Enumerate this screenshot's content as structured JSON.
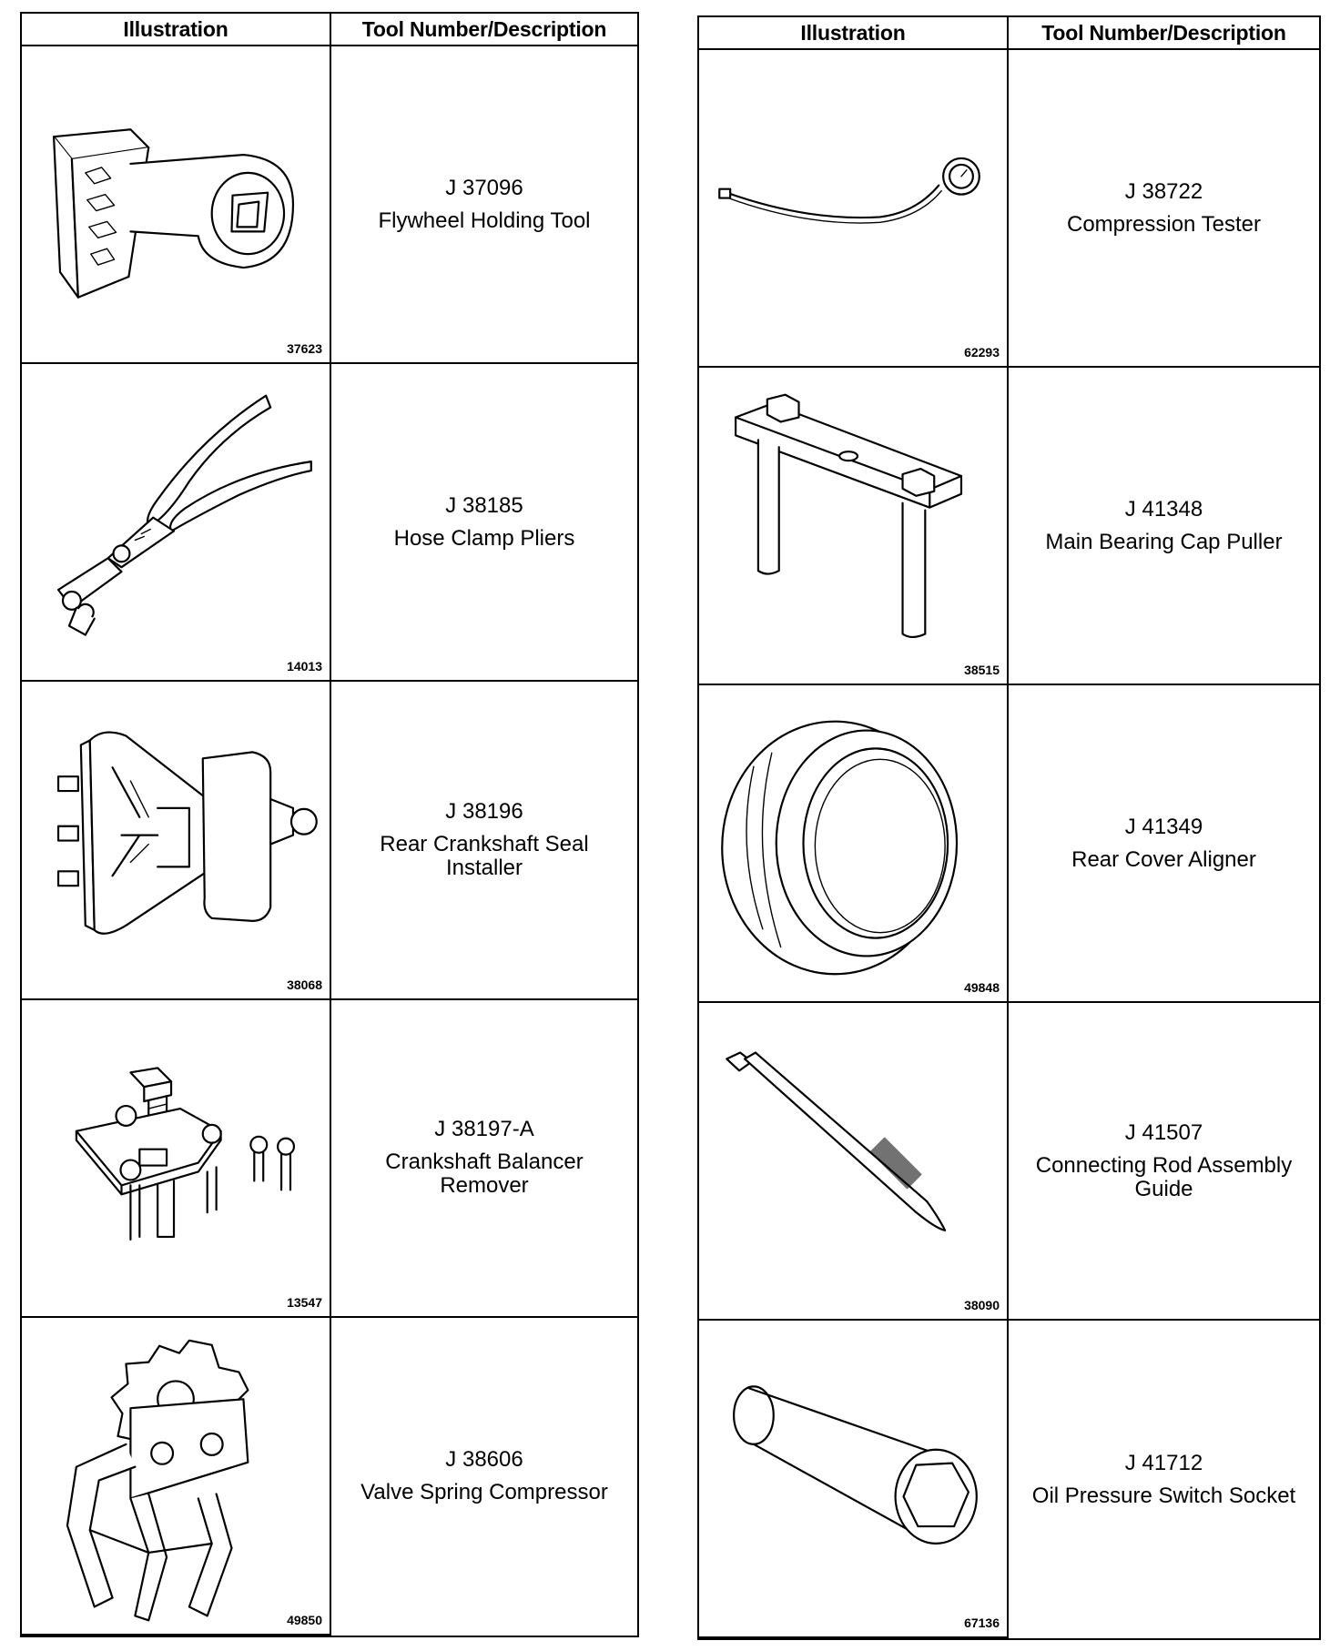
{
  "header": {
    "illustration": "Illustration",
    "tool": "Tool Number/Description"
  },
  "left": [
    {
      "fig": "37623",
      "number": "J 37096",
      "name": "Flywheel Holding Tool",
      "icon": "flywheel-holding-tool-icon"
    },
    {
      "fig": "14013",
      "number": "J 38185",
      "name": "Hose Clamp Pliers",
      "icon": "hose-clamp-pliers-icon"
    },
    {
      "fig": "38068",
      "number": "J 38196",
      "name": "Rear Crankshaft Seal Installer",
      "icon": "seal-installer-icon"
    },
    {
      "fig": "13547",
      "number": "J 38197-A",
      "name": "Crankshaft Balancer Remover",
      "icon": "balancer-remover-icon"
    },
    {
      "fig": "49850",
      "number": "J 38606",
      "name": "Valve Spring Compressor",
      "icon": "valve-spring-compressor-icon"
    }
  ],
  "right": [
    {
      "fig": "62293",
      "number": "J 38722",
      "name": "Compression Tester",
      "icon": "compression-tester-icon"
    },
    {
      "fig": "38515",
      "number": "J 41348",
      "name": "Main Bearing Cap Puller",
      "icon": "bearing-cap-puller-icon"
    },
    {
      "fig": "49848",
      "number": "J 41349",
      "name": "Rear Cover Aligner",
      "icon": "cover-aligner-ring-icon"
    },
    {
      "fig": "38090",
      "number": "J 41507",
      "name": "Connecting Rod Assembly Guide",
      "icon": "rod-guide-icon"
    },
    {
      "fig": "67136",
      "number": "J 41712",
      "name": "Oil Pressure Switch Socket",
      "icon": "socket-icon"
    }
  ]
}
